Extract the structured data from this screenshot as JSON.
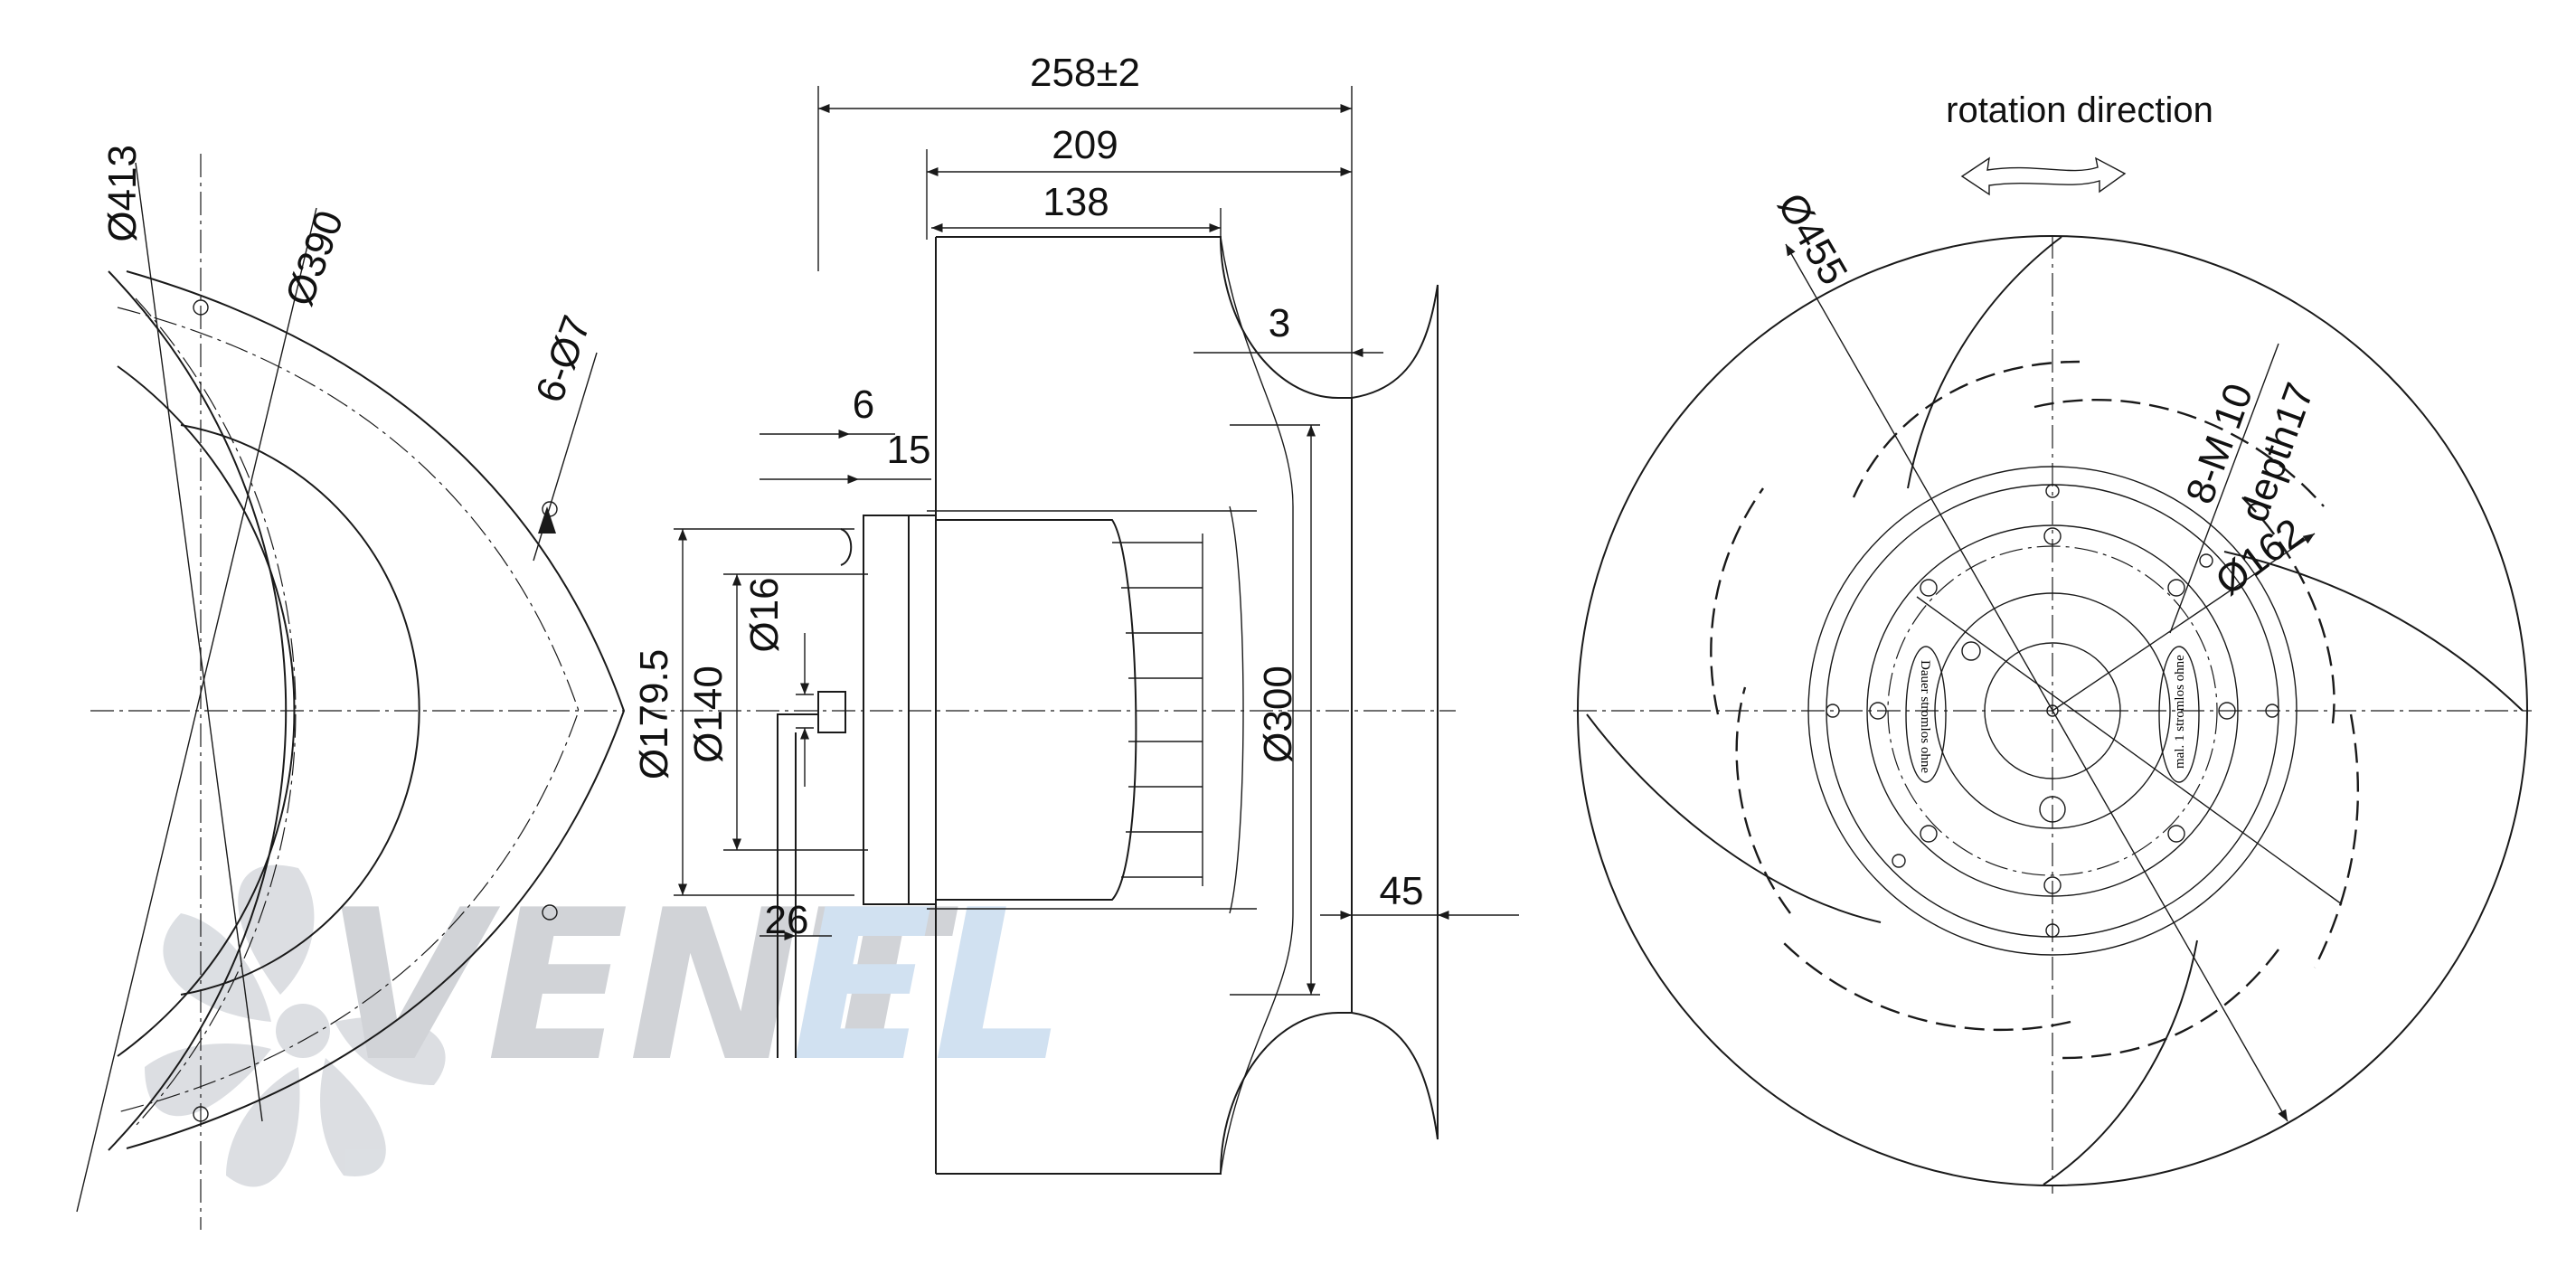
{
  "watermark": {
    "brand_part1": "VENT",
    "brand_part2": "EL",
    "color_part1": "#c9ccd1",
    "color_part2": "#c9dcef"
  },
  "front_view": {
    "d_413": "Ø413",
    "d_390": "Ø390",
    "holes": "6-Ø7"
  },
  "side_view": {
    "overall_length": "258±2",
    "length_209": "209",
    "length_138": "138",
    "gap_3": "3",
    "dim_6": "6",
    "dim_15": "15",
    "d_16": "Ø16",
    "d_140": "Ø140",
    "d_179_5": "Ø179.5",
    "d_300": "Ø300",
    "dim_45": "45",
    "dim_26": "26"
  },
  "rear_view": {
    "rotation_label": "rotation direction",
    "d_455": "Ø455",
    "thread": "8-M 10",
    "depth": "depth17",
    "d_162": "Ø162",
    "motor_label_1": "Dauer stromlos ohne",
    "motor_label_2": "mal. 1 stromlos ohne"
  },
  "colors": {
    "line": "#1a1a1a",
    "background": "#ffffff"
  }
}
